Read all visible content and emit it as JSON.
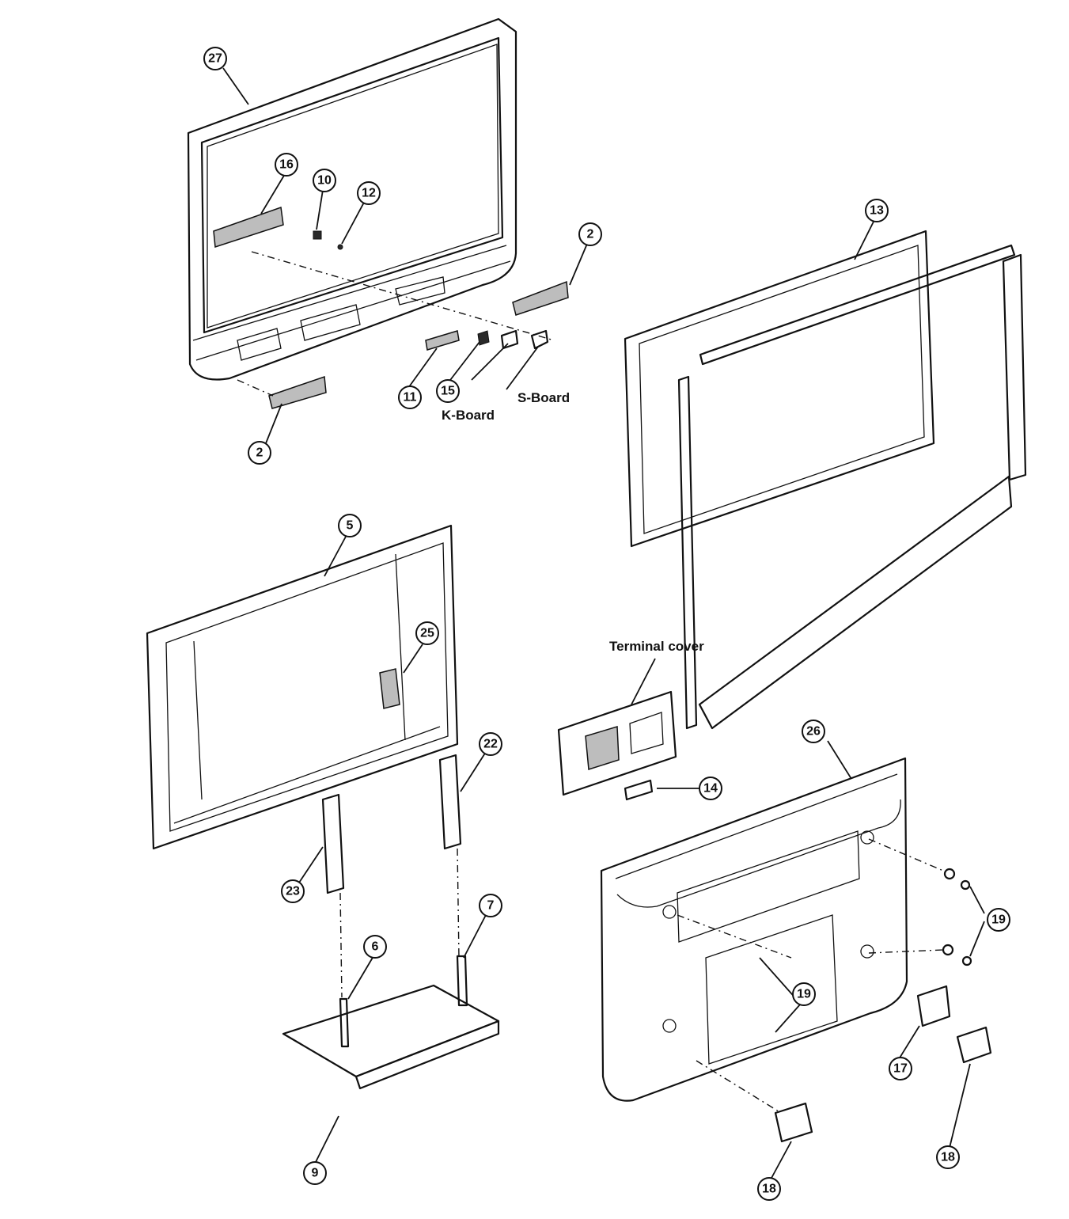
{
  "callouts": [
    {
      "id": "27"
    },
    {
      "id": "16"
    },
    {
      "id": "10"
    },
    {
      "id": "12"
    },
    {
      "id": "2"
    },
    {
      "id": "11"
    },
    {
      "id": "15"
    },
    {
      "id": "2"
    },
    {
      "id": "13"
    },
    {
      "id": "5"
    },
    {
      "id": "25"
    },
    {
      "id": "22"
    },
    {
      "id": "23"
    },
    {
      "id": "7"
    },
    {
      "id": "6"
    },
    {
      "id": "9"
    },
    {
      "id": "14"
    },
    {
      "id": "26"
    },
    {
      "id": "19"
    },
    {
      "id": "19"
    },
    {
      "id": "17"
    },
    {
      "id": "18"
    },
    {
      "id": "18"
    }
  ],
  "labels": {
    "s_board": "S-Board",
    "k_board": "K-Board",
    "terminal_cover": "Terminal cover"
  }
}
